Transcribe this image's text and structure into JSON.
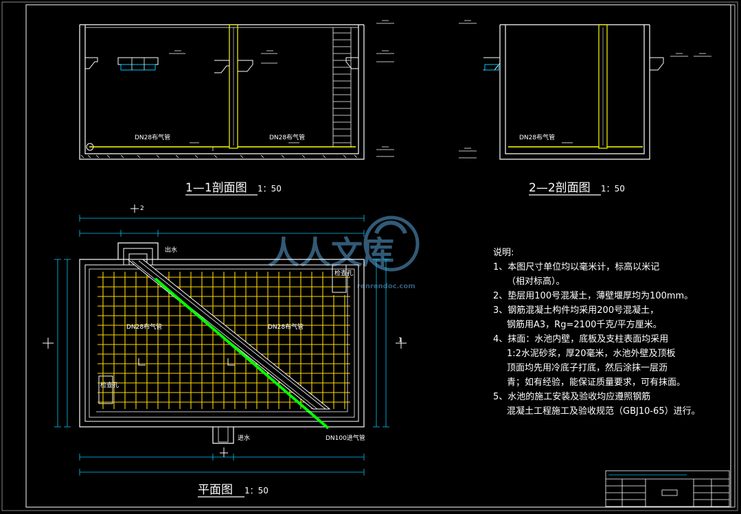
{
  "section1": {
    "title": "1—1剖面图",
    "scale": "1：50",
    "pipe_label_left": "DN28布气管",
    "pipe_label_right": "DN28布气管"
  },
  "section2": {
    "title": "2—2剖面图",
    "scale": "1：50",
    "pipe_label": "DN28布气管"
  },
  "plan": {
    "title": "平面图",
    "scale": "1：50",
    "outlet_label": "出水",
    "inlet_label": "进水",
    "inlet_pipe_label": "DN100进气管",
    "pipe_label_left": "DN28布气管",
    "pipe_label_right": "DN28布气管",
    "manhole_top": "检查孔",
    "manhole_bottom": "检查孔",
    "section_mark_2": "2",
    "section_mark_1": "1"
  },
  "notes": {
    "heading": "说明:",
    "lines": [
      {
        "text": "1、本图尺寸单位均以毫米计，标高以米记",
        "indent": false
      },
      {
        "text": "（相对标高）。",
        "indent": true
      },
      {
        "text": "2、垫层用100号混凝土，薄壁堰厚均为100mm。",
        "indent": false
      },
      {
        "text": "3、钢筋混凝土构件均采用200号混凝土，",
        "indent": false
      },
      {
        "text": "钢筋用A3，Rg=2100千克/平方厘米。",
        "indent": true
      },
      {
        "text": "4、抹面：水池内壁，底板及支柱表面均采用",
        "indent": false
      },
      {
        "text": "1:2水泥砂浆，厚20毫米，水池外壁及顶板",
        "indent": true
      },
      {
        "text": "顶面均先用冷底子打底，然后涂抹一层沥",
        "indent": true
      },
      {
        "text": "青；如有经验，能保证质量要求，可有抹面。",
        "indent": true
      },
      {
        "text": "5、水池的施工安装及验收均应遵照钢筋",
        "indent": false
      },
      {
        "text": "混凝土工程施工及验收规范（GBJ10-65）进行。",
        "indent": true
      }
    ]
  },
  "watermark": {
    "text": "人人文库",
    "sub": "renrendoc.com"
  },
  "colors": {
    "background": "#000000",
    "lines": "#ffffff",
    "dims": "#00c8ff",
    "grid": "#ffd800",
    "pipe": "#00ff00",
    "accent": "#ffff00"
  }
}
